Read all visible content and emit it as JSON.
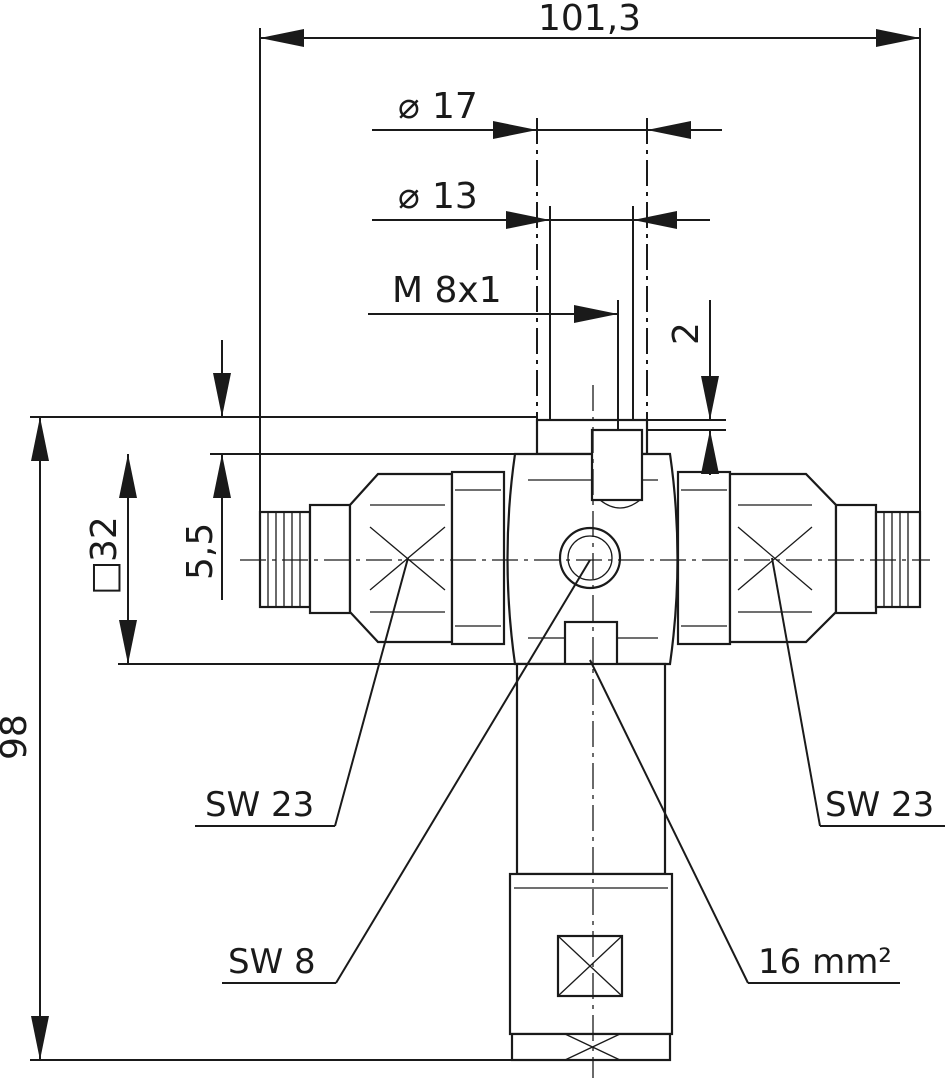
{
  "dimensions": {
    "overall_width": "101,3",
    "outer_diameter": "17",
    "inner_diameter": "13",
    "thread": "M 8x1",
    "offset": "2",
    "square": "32",
    "flange": "5,5",
    "overall_height": "98"
  },
  "callouts": {
    "wrench_left": "SW 23",
    "wrench_right": "SW 23",
    "wrench_center": "SW 8",
    "cross_section": "16 mm²"
  },
  "symbols": {
    "diameter": "⌀",
    "square": "□"
  }
}
